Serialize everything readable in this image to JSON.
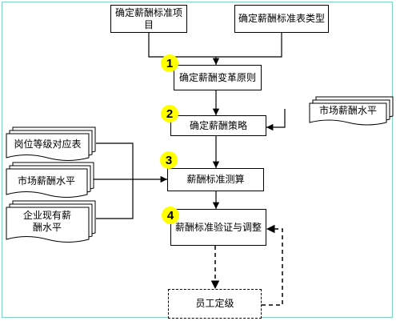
{
  "top_boxes": {
    "project": "确定薪酬标准项目",
    "table_type": "确定薪酬标准表类型"
  },
  "steps": [
    {
      "number": "1",
      "label": "确定薪酬变革原则"
    },
    {
      "number": "2",
      "label": "确定薪酬策略"
    },
    {
      "number": "3",
      "label": "薪酬标准测算"
    },
    {
      "number": "4",
      "label": "薪酬标准验证与调整"
    }
  ],
  "final_box": "员工定级",
  "documents": {
    "market_right": "市场薪酬水平",
    "position_grades": "岗位等级对应表",
    "market_left": "市场薪酬水平",
    "enterprise_current": "企业现有薪酬水平"
  },
  "colors": {
    "badge": "#ffff00",
    "frame_border": "#7fd3c4",
    "line": "#000000"
  }
}
